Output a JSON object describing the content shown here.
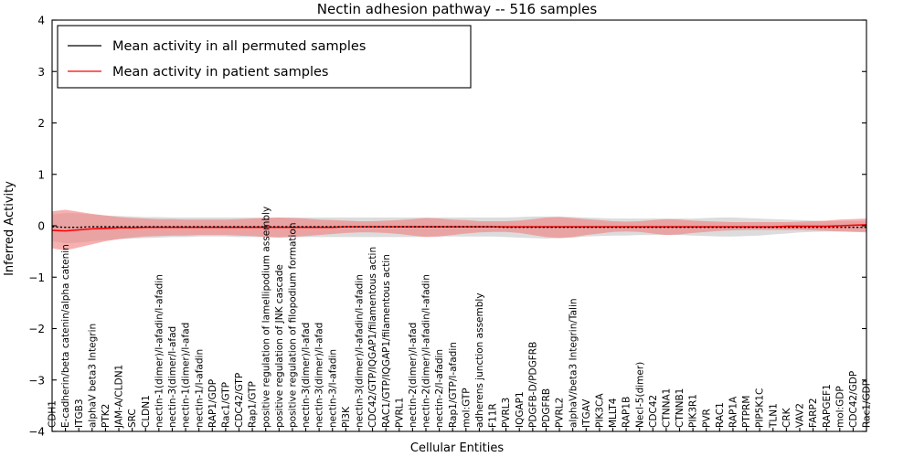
{
  "chart_data": {
    "type": "line",
    "title": "Nectin adhesion pathway -- 516 samples",
    "xlabel": "Cellular Entities",
    "ylabel": "Inferred Activity",
    "ylim": [
      -4,
      4
    ],
    "yticks": [
      "-4",
      "-3",
      "-2",
      "-1",
      "0",
      "1",
      "2",
      "3",
      "4"
    ],
    "ytick_values": [
      -4,
      -3,
      -2,
      -1,
      0,
      1,
      2,
      3,
      4
    ],
    "grid": false,
    "legend_position": "upper left",
    "legend": [
      {
        "label": "Mean activity in all permuted samples",
        "color": "#000000",
        "style": "dotted-line"
      },
      {
        "label": "Mean activity in patient samples",
        "color": "#ff0000",
        "style": "solid-line"
      }
    ],
    "band_colors": {
      "permuted": "#bfbfbf",
      "patient": "#f08080"
    },
    "categories": [
      "CDH1",
      "E-cadherin/beta catenin/alpha catenin",
      "ITGB3",
      "alphaV beta3 Integrin",
      "PTK2",
      "JAM-A/CLDN1",
      "SRC",
      "CLDN1",
      "nectin-1(dimer)/l-afadin/l-afadin",
      "nectin-1(dimer)/l-afadin/l-afadin",
      "nectin-1(dimer)/l-afadin/l-afadin",
      "nectin-1/l-afadin",
      "RAP1/GDP",
      "Rac1/GTP",
      "CDC42/GTP",
      "Rap1/GTP",
      "positive regulation of lamellipodium assembly",
      "positive regulation of JNK cascade",
      "positive regulation of filopodium formation",
      "nectin-3(dimer)/l-afadin/l-afadin",
      "nectin-3(dimer)/l-afadin/l-afadin",
      "nectin-3/l-afadin",
      "PI3K",
      "nectin-3(dimer)/l-afadin/l-afadin",
      "CDC42/GTP/IQGAP1/filamentous actin",
      "RAC1/GTP/IQGAP1/filamentous actin",
      "PVRL1",
      "nectin-2(dimer)/l-afadin/l-afadin",
      "nectin-2(dimer)/l-afadin/l-afadin",
      "nectin-2/l-afadin",
      "Rap1/GTP/l-afadin",
      "mol:GTP",
      "adherens junction assembly",
      "F11R",
      "PVRL3",
      "IQGAP1",
      "PDGFB-D/PDGFRB",
      "PDGFRB",
      "PVRL2",
      "alphaV/beta3 Integrin/Talin",
      "ITGAV",
      "PIK3CA",
      "MLLT4",
      "RAP1B",
      "Necl-5(dimer)",
      "CDC42",
      "CTNNA1",
      "CTNNB1",
      "PIK3R1",
      "PVR",
      "RAC1",
      "RAP1A",
      "PTPRM",
      "PIP5K1C",
      "TLN1",
      "CRK",
      "VAV2",
      "FARP2",
      "RAPGEF1",
      "mol:GDP",
      "CDC42/GDP",
      "Rac1/GDP"
    ],
    "tall_labels": [
      {
        "index": 8,
        "text": "nectin-1(dimer)/l-afadin/l-afadin"
      },
      {
        "index": 9,
        "text": "nectin-3(dimer/l-afad"
      },
      {
        "index": 10,
        "text": "nectin-1(dimer)/l-afad"
      },
      {
        "index": 19,
        "text": "nectin-3(dimer)/l-afad"
      },
      {
        "index": 20,
        "text": "nectin-3(dimer)/l-afad"
      },
      {
        "index": 27,
        "text": "nectin-2(dimer)/l-afad"
      }
    ],
    "series": [
      {
        "name": "Mean activity in all permuted samples",
        "color": "#000000",
        "values": [
          -0.02,
          -0.03,
          -0.03,
          -0.02,
          -0.02,
          -0.02,
          -0.02,
          -0.02,
          -0.02,
          -0.02,
          -0.02,
          -0.02,
          -0.02,
          -0.02,
          -0.02,
          -0.02,
          -0.02,
          -0.02,
          -0.02,
          -0.02,
          -0.02,
          -0.02,
          -0.02,
          -0.02,
          -0.02,
          -0.02,
          -0.02,
          -0.02,
          -0.02,
          -0.02,
          -0.02,
          -0.02,
          -0.02,
          -0.02,
          -0.03,
          -0.03,
          -0.03,
          -0.03,
          -0.03,
          -0.03,
          -0.03,
          -0.03,
          -0.03,
          -0.03,
          -0.03,
          -0.03,
          -0.03,
          -0.03,
          -0.03,
          -0.03,
          -0.03,
          -0.03,
          -0.03,
          -0.03,
          -0.03,
          -0.03,
          -0.03,
          -0.03,
          -0.03,
          -0.03,
          -0.03,
          -0.03
        ],
        "band_lower": [
          -0.3,
          -0.34,
          -0.33,
          -0.3,
          -0.28,
          -0.26,
          -0.25,
          -0.24,
          -0.23,
          -0.22,
          -0.22,
          -0.21,
          -0.21,
          -0.21,
          -0.22,
          -0.22,
          -0.22,
          -0.22,
          -0.22,
          -0.22,
          -0.22,
          -0.22,
          -0.22,
          -0.22,
          -0.22,
          -0.22,
          -0.22,
          -0.22,
          -0.21,
          -0.21,
          -0.21,
          -0.21,
          -0.21,
          -0.21,
          -0.22,
          -0.23,
          -0.24,
          -0.25,
          -0.24,
          -0.23,
          -0.21,
          -0.2,
          -0.19,
          -0.19,
          -0.18,
          -0.18,
          -0.18,
          -0.18,
          -0.19,
          -0.2,
          -0.21,
          -0.21,
          -0.2,
          -0.19,
          -0.17,
          -0.15,
          -0.13,
          -0.12,
          -0.11,
          -0.11,
          -0.11,
          -0.11
        ],
        "band_upper": [
          0.22,
          0.25,
          0.24,
          0.22,
          0.2,
          0.19,
          0.18,
          0.17,
          0.17,
          0.16,
          0.16,
          0.16,
          0.16,
          0.16,
          0.16,
          0.16,
          0.16,
          0.16,
          0.16,
          0.16,
          0.16,
          0.16,
          0.16,
          0.16,
          0.16,
          0.16,
          0.16,
          0.16,
          0.16,
          0.16,
          0.16,
          0.16,
          0.16,
          0.16,
          0.16,
          0.17,
          0.18,
          0.18,
          0.18,
          0.17,
          0.16,
          0.15,
          0.14,
          0.14,
          0.14,
          0.14,
          0.14,
          0.14,
          0.14,
          0.15,
          0.16,
          0.16,
          0.15,
          0.14,
          0.13,
          0.12,
          0.11,
          0.1,
          0.09,
          0.09,
          0.09,
          0.09
        ]
      },
      {
        "name": "Mean activity in patient samples",
        "color": "#ff0000",
        "values": [
          -0.09,
          -0.1,
          -0.08,
          -0.06,
          -0.05,
          -0.04,
          -0.04,
          -0.03,
          -0.03,
          -0.03,
          -0.03,
          -0.03,
          -0.03,
          -0.03,
          -0.03,
          -0.03,
          -0.03,
          -0.03,
          -0.03,
          -0.03,
          -0.03,
          -0.03,
          -0.02,
          -0.02,
          -0.02,
          -0.02,
          -0.02,
          -0.02,
          -0.02,
          -0.02,
          -0.02,
          -0.02,
          -0.02,
          -0.02,
          -0.02,
          -0.02,
          -0.02,
          -0.02,
          -0.02,
          -0.02,
          -0.02,
          -0.02,
          -0.02,
          -0.02,
          -0.02,
          -0.02,
          -0.02,
          -0.02,
          -0.02,
          -0.02,
          -0.02,
          -0.02,
          -0.02,
          -0.02,
          -0.02,
          -0.01,
          -0.01,
          -0.01,
          -0.01,
          0.0,
          0.01,
          0.02
        ],
        "band_lower": [
          -0.44,
          -0.48,
          -0.42,
          -0.36,
          -0.3,
          -0.26,
          -0.23,
          -0.21,
          -0.2,
          -0.19,
          -0.19,
          -0.18,
          -0.18,
          -0.18,
          -0.19,
          -0.2,
          -0.22,
          -0.23,
          -0.22,
          -0.2,
          -0.18,
          -0.16,
          -0.14,
          -0.13,
          -0.13,
          -0.14,
          -0.16,
          -0.19,
          -0.22,
          -0.21,
          -0.18,
          -0.15,
          -0.13,
          -0.12,
          -0.12,
          -0.14,
          -0.18,
          -0.22,
          -0.24,
          -0.22,
          -0.18,
          -0.15,
          -0.12,
          -0.11,
          -0.12,
          -0.15,
          -0.18,
          -0.17,
          -0.14,
          -0.12,
          -0.1,
          -0.09,
          -0.08,
          -0.08,
          -0.08,
          -0.08,
          -0.08,
          -0.09,
          -0.1,
          -0.11,
          -0.12,
          -0.13
        ],
        "band_upper": [
          0.28,
          0.31,
          0.27,
          0.23,
          0.2,
          0.17,
          0.15,
          0.14,
          0.13,
          0.13,
          0.12,
          0.12,
          0.12,
          0.12,
          0.13,
          0.14,
          0.15,
          0.16,
          0.15,
          0.14,
          0.12,
          0.11,
          0.1,
          0.09,
          0.09,
          0.1,
          0.11,
          0.13,
          0.15,
          0.14,
          0.12,
          0.11,
          0.09,
          0.09,
          0.09,
          0.1,
          0.13,
          0.16,
          0.17,
          0.15,
          0.13,
          0.11,
          0.09,
          0.08,
          0.09,
          0.11,
          0.13,
          0.12,
          0.1,
          0.09,
          0.08,
          0.07,
          0.07,
          0.07,
          0.07,
          0.07,
          0.08,
          0.09,
          0.1,
          0.12,
          0.13,
          0.14
        ]
      }
    ]
  }
}
